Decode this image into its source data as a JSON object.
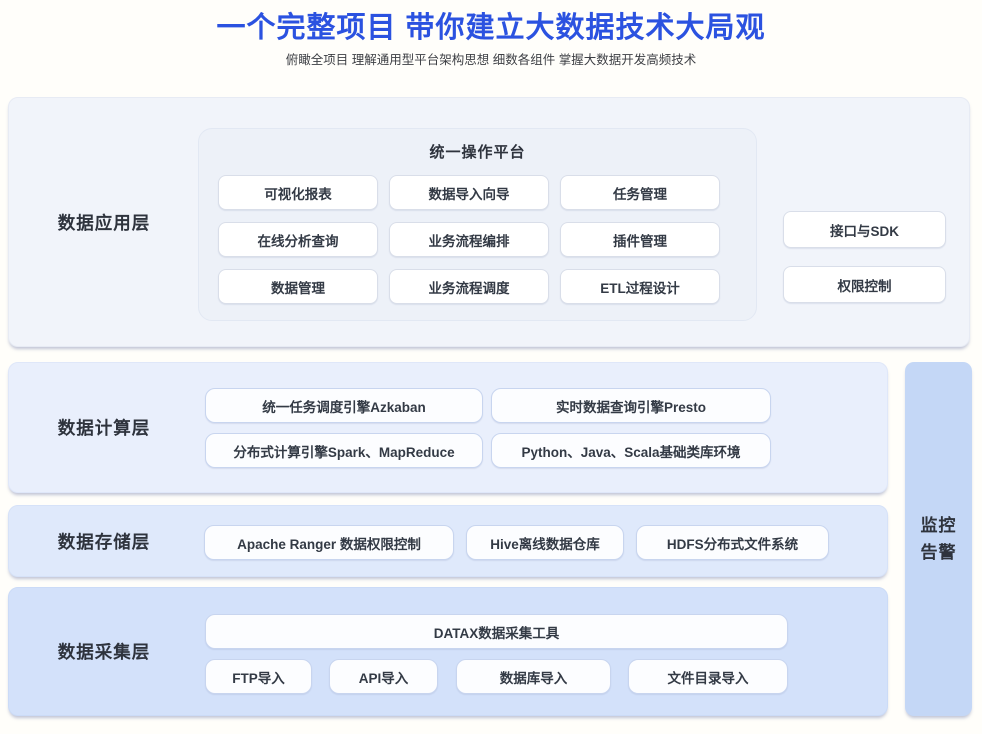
{
  "header": {
    "title": "一个完整项目 带你建立大数据技术大局观",
    "subtitle": "俯瞰全项目 理解通用型平台架构思想 细数各组件 掌握大数据开发高频技术"
  },
  "colors": {
    "title_blue": "#2b52e0",
    "app_layer_bg": "#f1f4fa",
    "platform_bg": "#edf1f8",
    "compute_layer_bg": "#e9effc",
    "storage_layer_bg": "#dfe9fb",
    "collect_layer_bg": "#d3e1fa",
    "monitor_bg": "#c4d7f6",
    "button_bg": "#ffffff",
    "text_dark": "#333a45"
  },
  "layers": {
    "app": {
      "label": "数据应用层",
      "platform": {
        "title": "统一操作平台",
        "buttons": [
          "可视化报表",
          "数据导入向导",
          "任务管理",
          "在线分析查询",
          "业务流程编排",
          "插件管理",
          "数据管理",
          "业务流程调度",
          "ETL过程设计"
        ]
      },
      "side_buttons": [
        "接口与SDK",
        "权限控制"
      ]
    },
    "compute": {
      "label": "数据计算层",
      "buttons": [
        "统一任务调度引擎Azkaban",
        "实时数据查询引擎Presto",
        "分布式计算引擎Spark、MapReduce",
        "Python、Java、Scala基础类库环境"
      ]
    },
    "storage": {
      "label": "数据存储层",
      "buttons": [
        "Apache Ranger 数据权限控制",
        "Hive离线数据仓库",
        "HDFS分布式文件系统"
      ]
    },
    "collect": {
      "label": "数据采集层",
      "wide_button": "DATAX数据采集工具",
      "buttons": [
        "FTP导入",
        "API导入",
        "数据库导入",
        "文件目录导入"
      ]
    },
    "monitor": {
      "label_line1": "监控",
      "label_line2": "告警"
    }
  }
}
